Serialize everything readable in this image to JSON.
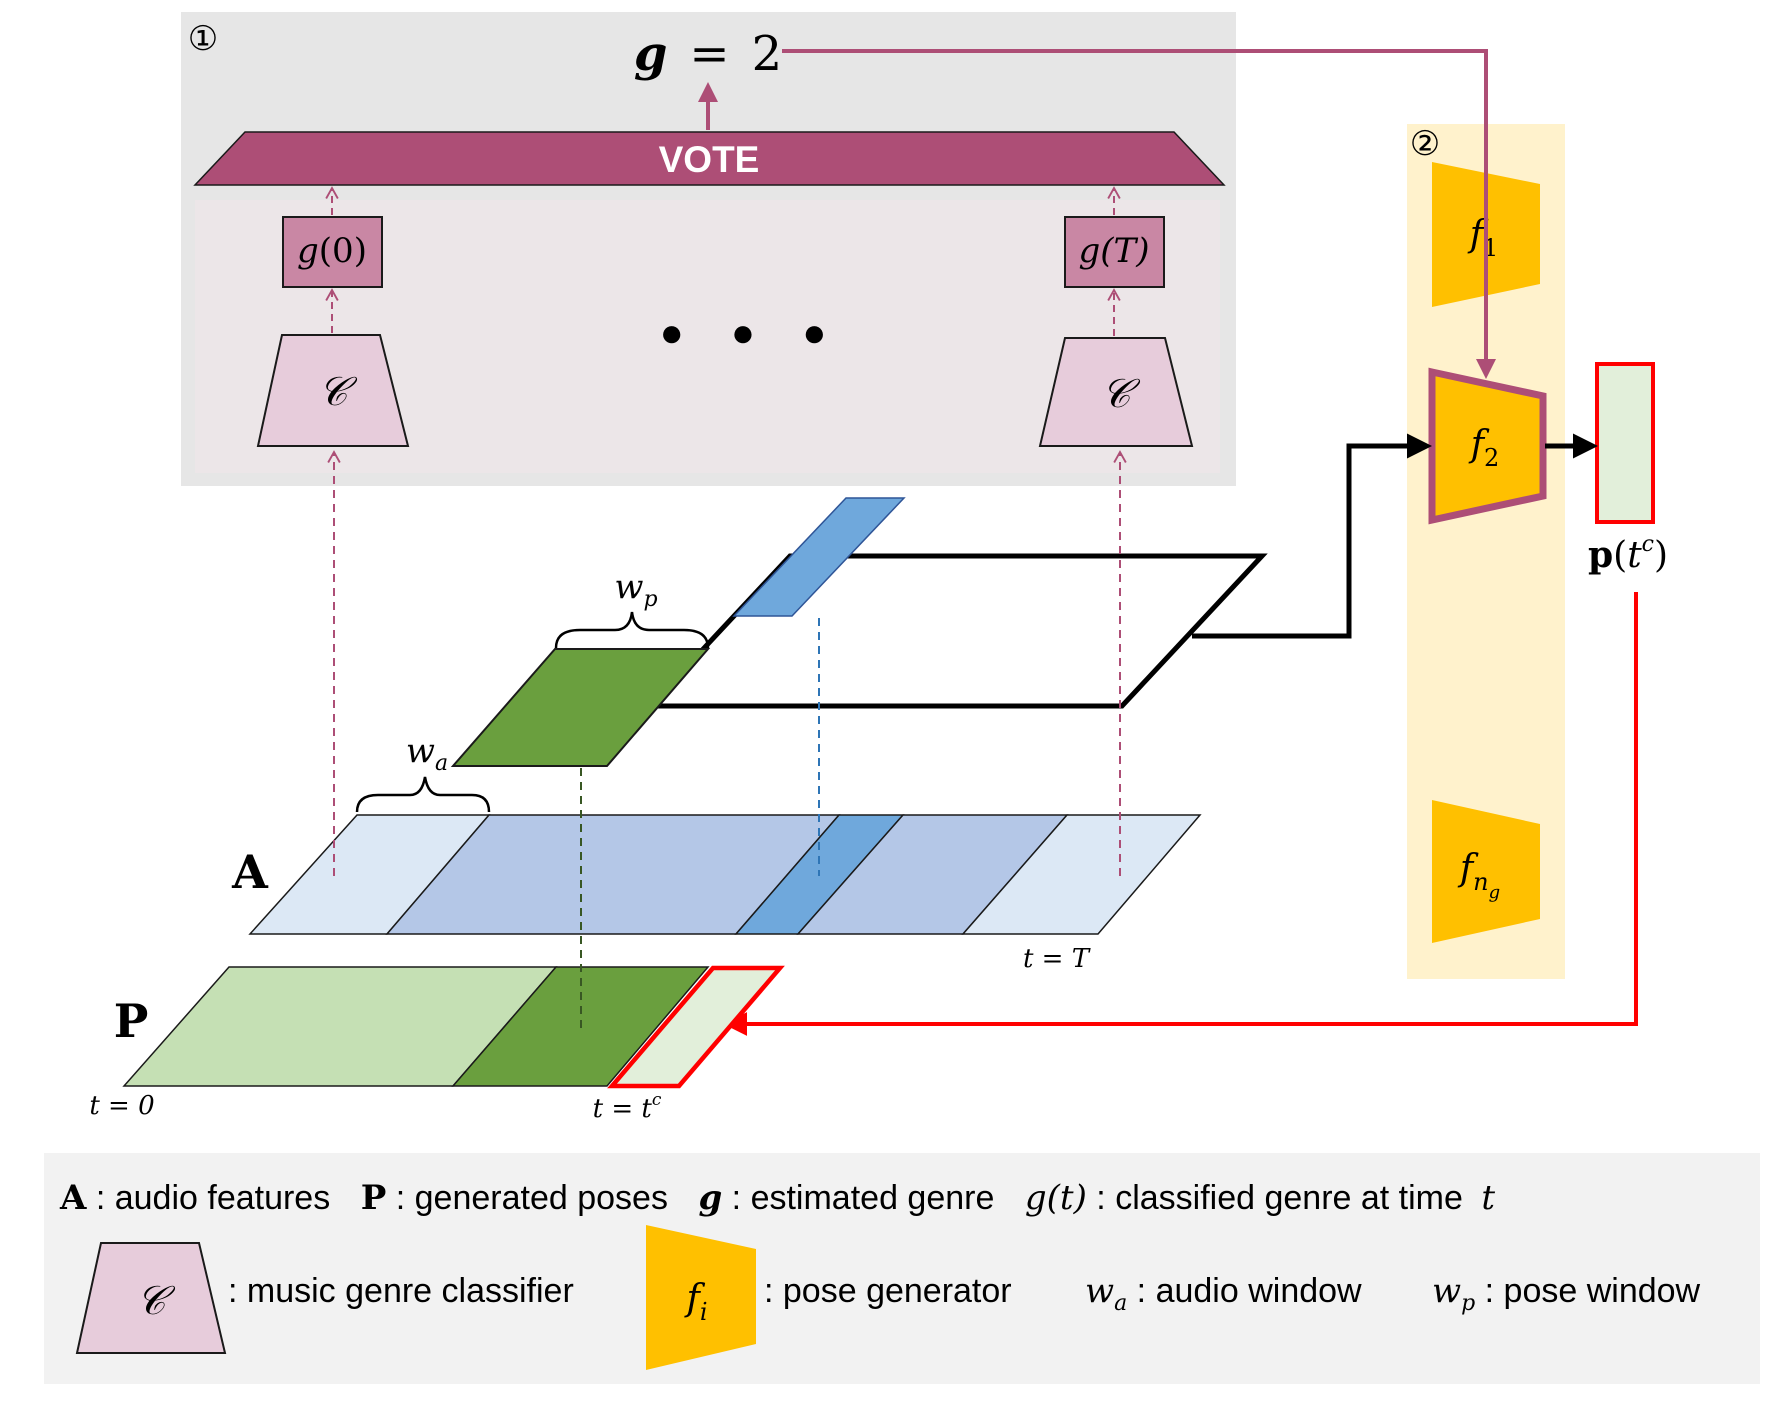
{
  "stage1": {
    "marker": "①",
    "result": {
      "symbol": "g",
      "equals": "=",
      "value": "2"
    },
    "vote_label": "VOTE",
    "g0": {
      "fn": "g",
      "arg": "(0)"
    },
    "gT": {
      "fn": "g",
      "arg": "(T)"
    },
    "classifier_symbol": "𝒞",
    "ellipsis": "● ● ●"
  },
  "stage2": {
    "marker": "②",
    "generators": [
      {
        "base": "f",
        "sub": "1"
      },
      {
        "base": "f",
        "sub": "2"
      },
      {
        "base": "f",
        "sub": "n",
        "subsub": "g"
      }
    ],
    "output": {
      "bold": "p",
      "open": "(",
      "t": "t",
      "sup": "c",
      "close": ")"
    }
  },
  "windows": {
    "wp": {
      "base": "w",
      "sub": "p"
    },
    "wa": {
      "base": "w",
      "sub": "a"
    }
  },
  "sequences": {
    "audio_label": "A",
    "pose_label": "P",
    "t_end": "t = T",
    "t_start": "t = 0",
    "t_current": {
      "text": "t = t",
      "sup": "c"
    }
  },
  "legend": {
    "row1": [
      {
        "sym": "A",
        "sym_style": "bold",
        "desc": " : audio features"
      },
      {
        "sym": "P",
        "sym_style": "bold",
        "desc": " : generated poses"
      },
      {
        "sym": "g",
        "sym_style": "bolditalic",
        "desc": " : estimated genre"
      },
      {
        "sym": "g(t)",
        "sym_style": "italic",
        "desc": " : classified genre at time"
      },
      {
        "sym": "t",
        "sym_style": "italic",
        "desc": ""
      }
    ],
    "classifier_desc": ": music genre classifier",
    "classifier_symbol": "𝒞",
    "generator_symbol": {
      "base": "f",
      "sub": "i"
    },
    "generator_desc": ": pose generator",
    "audio_window": {
      "base": "w",
      "sub": "a",
      "desc": " : audio window"
    },
    "pose_window": {
      "base": "w",
      "sub": "p",
      "desc": " : pose window"
    }
  },
  "colors": {
    "vote": "#ad4e76",
    "classifier_fill": "#e7ccdb",
    "genre_box": "#c987a4",
    "generator": "#ffc000",
    "stage2_bg": "#fff2cc",
    "stage1_bg": "#e6e6e6",
    "stage1_inner": "#ece6e8",
    "audio_light": "#dce8f5",
    "audio_mid": "#b4c7e7",
    "audio_dark": "#6fa8dc",
    "pose_light": "#c5e0b4",
    "pose_dark": "#6a9f3e",
    "output_fill": "#e2efda",
    "red": "#ff0000",
    "legend_bg": "#f2f2f2"
  }
}
